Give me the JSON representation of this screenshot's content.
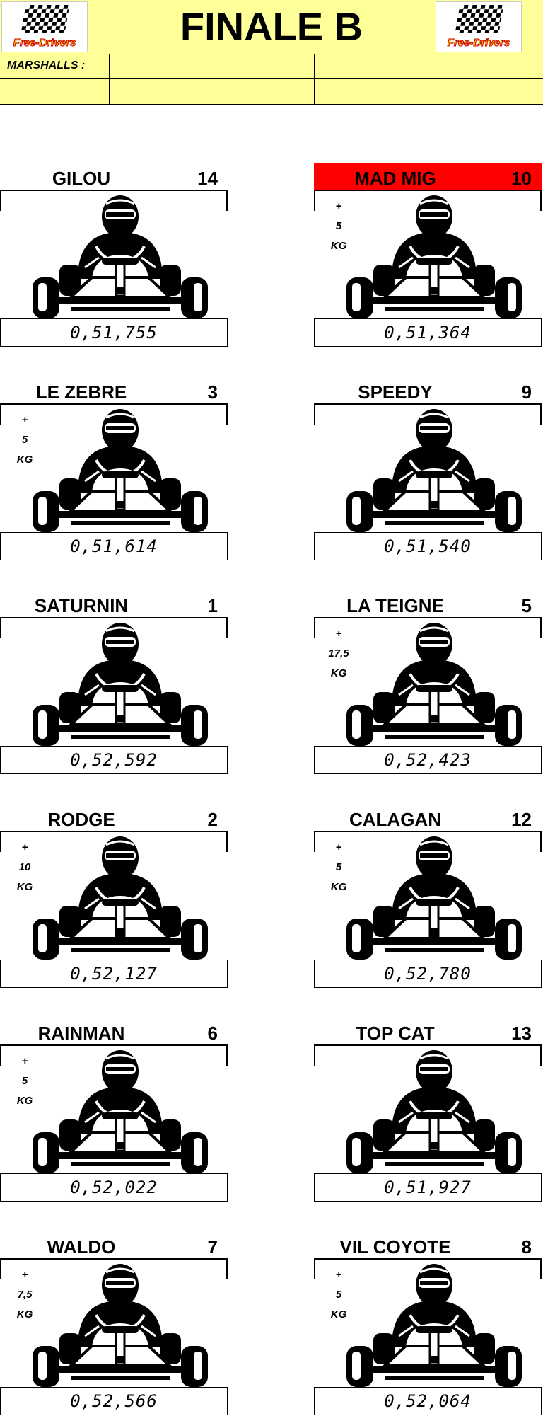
{
  "header": {
    "title": "FINALE B",
    "logo_text": "Free-Drivers",
    "marshalls_label": "MARSHALLS :"
  },
  "drivers": [
    {
      "name": "GILOU",
      "number": "14",
      "plus": "",
      "weight": "",
      "unit": "",
      "time": "0,51,755",
      "highlight": false
    },
    {
      "name": "MAD MIG",
      "number": "10",
      "plus": "+",
      "weight": "5",
      "unit": "KG",
      "time": "0,51,364",
      "highlight": true
    },
    {
      "name": "LE ZEBRE",
      "number": "3",
      "plus": "+",
      "weight": "5",
      "unit": "KG",
      "time": "0,51,614",
      "highlight": false
    },
    {
      "name": "SPEEDY",
      "number": "9",
      "plus": "",
      "weight": "",
      "unit": "",
      "time": "0,51,540",
      "highlight": false
    },
    {
      "name": "SATURNIN",
      "number": "1",
      "plus": "",
      "weight": "",
      "unit": "",
      "time": "0,52,592",
      "highlight": false
    },
    {
      "name": "LA TEIGNE",
      "number": "5",
      "plus": "+",
      "weight": "17,5",
      "unit": "KG",
      "time": "0,52,423",
      "highlight": false
    },
    {
      "name": "RODGE",
      "number": "2",
      "plus": "+",
      "weight": "10",
      "unit": "KG",
      "time": "0,52,127",
      "highlight": false
    },
    {
      "name": "CALAGAN",
      "number": "12",
      "plus": "+",
      "weight": "5",
      "unit": "KG",
      "time": "0,52,780",
      "highlight": false
    },
    {
      "name": "RAINMAN",
      "number": "6",
      "plus": "+",
      "weight": "5",
      "unit": "KG",
      "time": "0,52,022",
      "highlight": false
    },
    {
      "name": "TOP CAT",
      "number": "13",
      "plus": "",
      "weight": "",
      "unit": "",
      "time": "0,51,927",
      "highlight": false
    },
    {
      "name": "WALDO",
      "number": "7",
      "plus": "+",
      "weight": "7,5",
      "unit": "KG",
      "time": "0,52,566",
      "highlight": false
    },
    {
      "name": "VIL COYOTE",
      "number": "8",
      "plus": "+",
      "weight": "5",
      "unit": "KG",
      "time": "0,52,064",
      "highlight": false
    }
  ],
  "colors": {
    "header_bg": "#ffff99",
    "highlight": "#ff0000"
  }
}
